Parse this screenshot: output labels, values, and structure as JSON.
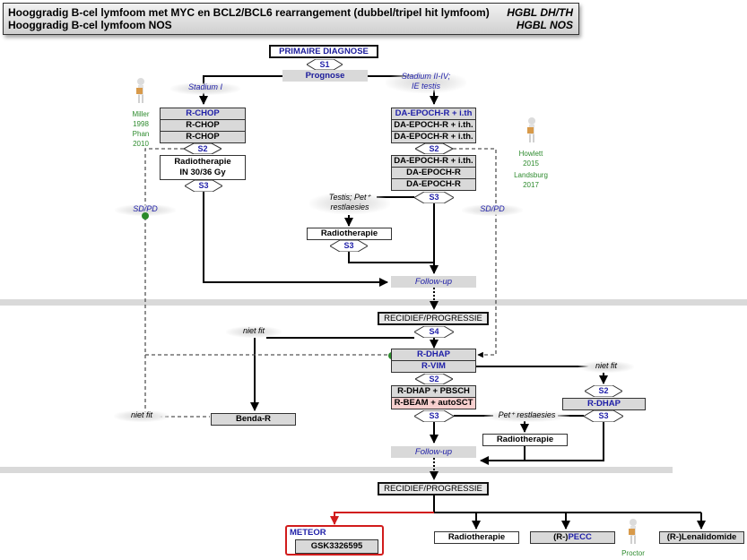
{
  "header": {
    "line1": "Hooggradig B-cel lymfoom met MYC en BCL2/BCL6 rearrangement (dubbel/tripel hit lymfoom)",
    "line1_abbr": "HGBL DH/TH",
    "line2": "Hooggradig B-cel lymfoom NOS",
    "line2_abbr": "HGBL NOS"
  },
  "primary": {
    "title": "PRIMAIRE DIAGNOSE",
    "s1": "S1",
    "prognose": "Prognose",
    "stadium_i": "Stadium I",
    "stadium_ii_iv_1": "Stadium II-IV;",
    "stadium_ii_iv_2": "IE testis"
  },
  "left_branch": {
    "rchop": [
      "R-CHOP",
      "R-CHOP",
      "R-CHOP"
    ],
    "s2": "S2",
    "radio_1": "Radiotherapie",
    "radio_2": "IN 30/36 Gy",
    "s3": "S3",
    "refs": [
      "Miller",
      "1998",
      "Phan",
      "2010"
    ],
    "sdpd": "SD/PD"
  },
  "right_branch": {
    "epoch_top": [
      "DA-EPOCH-R + i.th",
      "DA-EPOCH-R + i.th.",
      "DA-EPOCH-R + i.th."
    ],
    "s2": "S2",
    "epoch_bottom": [
      "DA-EPOCH-R + i.th.",
      "DA-EPOCH-R",
      "DA-EPOCH-R"
    ],
    "s3": "S3",
    "testis_1": "Testis; Pet⁺",
    "testis_2": "restlaesies",
    "radio": "Radiotherapie",
    "radio_s3": "S3",
    "refs": [
      "Howlett",
      "2015",
      "Landsburg",
      "2017"
    ],
    "sdpd": "SD/PD"
  },
  "followup_1": "Follow-up",
  "relapse_1": {
    "title": "RECIDIEF/PROGRESSIE",
    "s4": "S4",
    "niet_fit_left": "niet fit",
    "rdhap": "R-DHAP",
    "rvim": "R-VIM",
    "s2": "S2",
    "pbsch": "R-DHAP + PBSCH",
    "beam": "R-BEAM + autoSCT",
    "s3": "S3",
    "niet_fit_right": "niet fit",
    "right_s2": "S2",
    "right_rdhap": "R-DHAP",
    "right_s3": "S3",
    "pet_restlaesies": "Pet⁺ restlaesies",
    "radio": "Radiotherapie",
    "benda": "Benda-R",
    "niet_fit_benda": "niet fit",
    "followup": "Follow-up"
  },
  "relapse_2": {
    "title": "RECIDIEF/PROGRESSIE",
    "meteor": "METEOR",
    "gsk": "GSK3326595",
    "radio": "Radiotherapie",
    "pecc_prefix": "(R-)",
    "pecc": "PECC",
    "lenalidomide": "(R-)Lenalidomide",
    "ref": "Proctor"
  },
  "colors": {
    "blue_text": "#1f1fa8",
    "ref_green": "#2e8b2e",
    "meteor_red": "#d11c1c",
    "box_grey": "#d9d9d9",
    "beam_pink": "#f8d0cf"
  }
}
